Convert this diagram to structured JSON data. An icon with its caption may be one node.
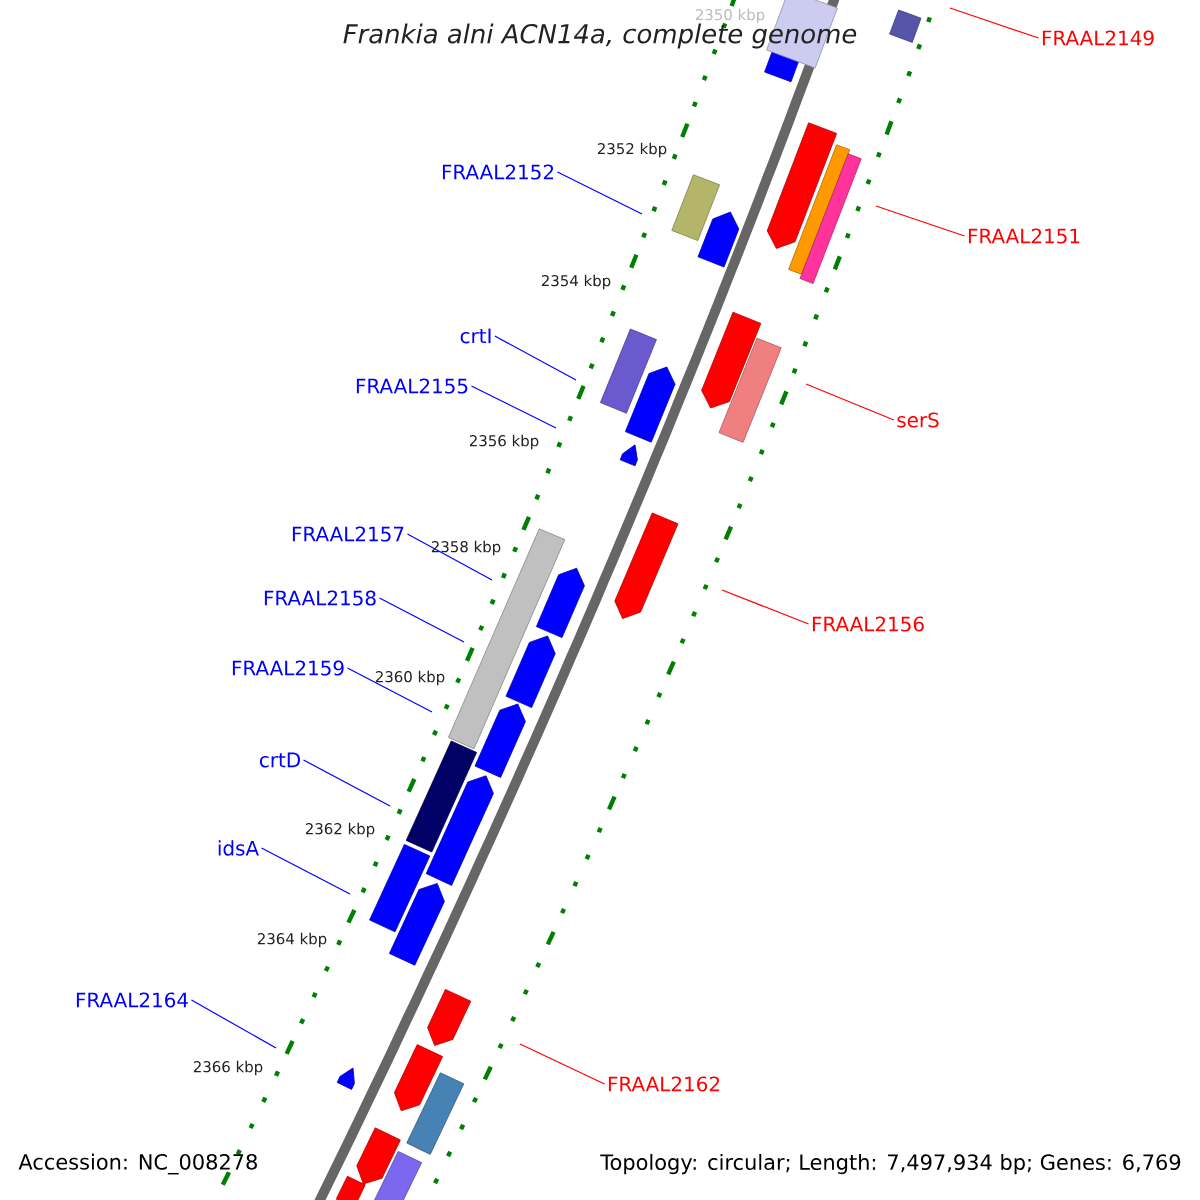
{
  "diagram": {
    "title": "Frankia alni ACN14a, complete genome",
    "nodes": [
      {
        "text": [
          "FRAAL2149"
        ]
      },
      {
        "text": [
          "FRAAL2152"
        ]
      },
      {
        "text": [
          "FRAAL2151"
        ]
      },
      {
        "text": [
          "crtI"
        ]
      },
      {
        "text": [
          "FRAAL2155"
        ]
      },
      {
        "text": [
          "serS"
        ]
      },
      {
        "text": [
          "FRAAL2157"
        ]
      },
      {
        "text": [
          "FRAAL2158"
        ]
      },
      {
        "text": [
          "FRAAL2156"
        ]
      },
      {
        "text": [
          "FRAAL2159"
        ]
      },
      {
        "text": [
          "crtD"
        ]
      },
      {
        "text": [
          "idsA"
        ]
      },
      {
        "text": [
          "FRAAL2164"
        ]
      },
      {
        "text": [
          "FRAAL2162"
        ]
      }
    ],
    "edges": [
      {
        "from": 0,
        "to": null,
        "arrow": "none",
        "color": "#ff0000"
      },
      {
        "from": 1,
        "to": null,
        "arrow": "none"
      },
      {
        "from": 2,
        "to": null,
        "arrow": "none",
        "color": "#ff0000"
      },
      {
        "from": 3,
        "to": null,
        "arrow": "none"
      },
      {
        "from": 4,
        "to": null,
        "arrow": "none"
      },
      {
        "from": 5,
        "to": null,
        "arrow": "none",
        "color": "#ff0000"
      },
      {
        "from": 6,
        "to": null,
        "arrow": "none"
      },
      {
        "from": 7,
        "to": null,
        "arrow": "none"
      },
      {
        "from": 8,
        "to": null,
        "arrow": "none",
        "color": "#ff0000"
      },
      {
        "from": 9,
        "to": null,
        "arrow": "none"
      },
      {
        "from": 10,
        "to": null,
        "arrow": "none"
      },
      {
        "from": 11,
        "to": null,
        "arrow": "none"
      },
      {
        "from": 12,
        "to": null,
        "arrow": "none"
      },
      {
        "from": 13,
        "to": null,
        "arrow": "none",
        "color": "#ff0000"
      }
    ],
    "labels": [
      "2350 kbp",
      "2352 kbp",
      "2354 kbp",
      "2356 kbp",
      "2358 kbp",
      "2360 kbp",
      "2362 kbp",
      "2364 kbp",
      "2366 kbp",
      "Accession: NC_008278",
      "Topology: circular; Length: 7,497,934 bp; Genes: 6,769"
    ]
  }
}
